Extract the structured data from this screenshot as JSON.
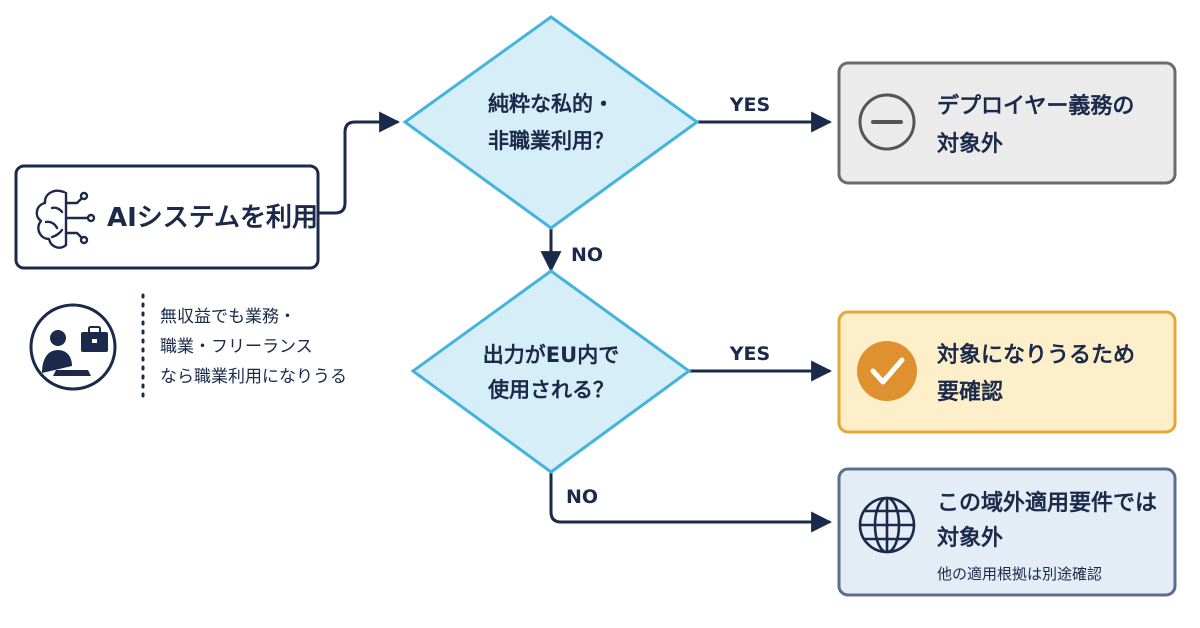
{
  "start": {
    "label": "AIシステムを利用",
    "icon": "brain-circuit-icon"
  },
  "note": {
    "lines": [
      "無収益でも業務・",
      "職業・フリーランス",
      "なら職業利用になりうる"
    ],
    "icon": "person-laptop-briefcase-icon"
  },
  "decisions": [
    {
      "lines": [
        "純粋な私的・",
        "非職業利用？"
      ]
    },
    {
      "lines": [
        "出力がEU内で",
        "使用される？"
      ]
    }
  ],
  "edge_labels": {
    "yes_1": "YES",
    "no_1": "NO",
    "yes_2": "YES",
    "no_2": "NO"
  },
  "outcomes": [
    {
      "lines": [
        "デプロイヤー義務の",
        "対象外"
      ],
      "icon": "minus-circle-icon"
    },
    {
      "lines": [
        "対象になりうるため",
        "要確認"
      ],
      "icon": "check-circle-icon"
    },
    {
      "lines": [
        "この域外適用要件では",
        "対象外"
      ],
      "sub": "他の適用根拠は別途確認",
      "icon": "globe-icon"
    }
  ],
  "colors": {
    "navy": "#1b2a4a",
    "diamond_fill": "#d6eef8",
    "diamond_stroke": "#45b4dc",
    "gray_fill": "#ebebeb",
    "gray_stroke": "#6b6b6b",
    "orange_fill": "#fdefc9",
    "orange_stroke": "#e8a637",
    "orange_icon": "#e0912f",
    "blue_fill": "#e4ecf6",
    "blue_stroke": "#5a6e8e"
  }
}
